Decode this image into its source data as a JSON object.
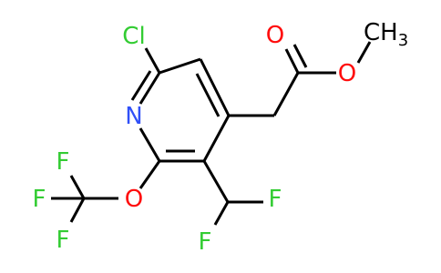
{
  "colors": {
    "bond": "#000000",
    "Cl": "#33cc33",
    "N": "#3050f8",
    "O": "#ff0d0d",
    "F": "#33cc33",
    "C": "#000000"
  },
  "atoms": [
    {
      "id": "cl",
      "label": "Cl",
      "element": "Cl"
    },
    {
      "id": "n",
      "label": "N",
      "element": "N"
    },
    {
      "id": "o-ether",
      "label": "O",
      "element": "O"
    },
    {
      "id": "f-cf3-top",
      "label": "F",
      "element": "F"
    },
    {
      "id": "f-cf3-left",
      "label": "F",
      "element": "F"
    },
    {
      "id": "f-cf3-bottom",
      "label": "F",
      "element": "F"
    },
    {
      "id": "f-chf2-right",
      "label": "F",
      "element": "F"
    },
    {
      "id": "f-chf2-bottom",
      "label": "F",
      "element": "F"
    },
    {
      "id": "o-carbonyl",
      "label": "O",
      "element": "O"
    },
    {
      "id": "o-ester",
      "label": "O",
      "element": "O"
    },
    {
      "id": "methyl",
      "label": "CH",
      "subscript": "3",
      "element": "C"
    }
  ]
}
